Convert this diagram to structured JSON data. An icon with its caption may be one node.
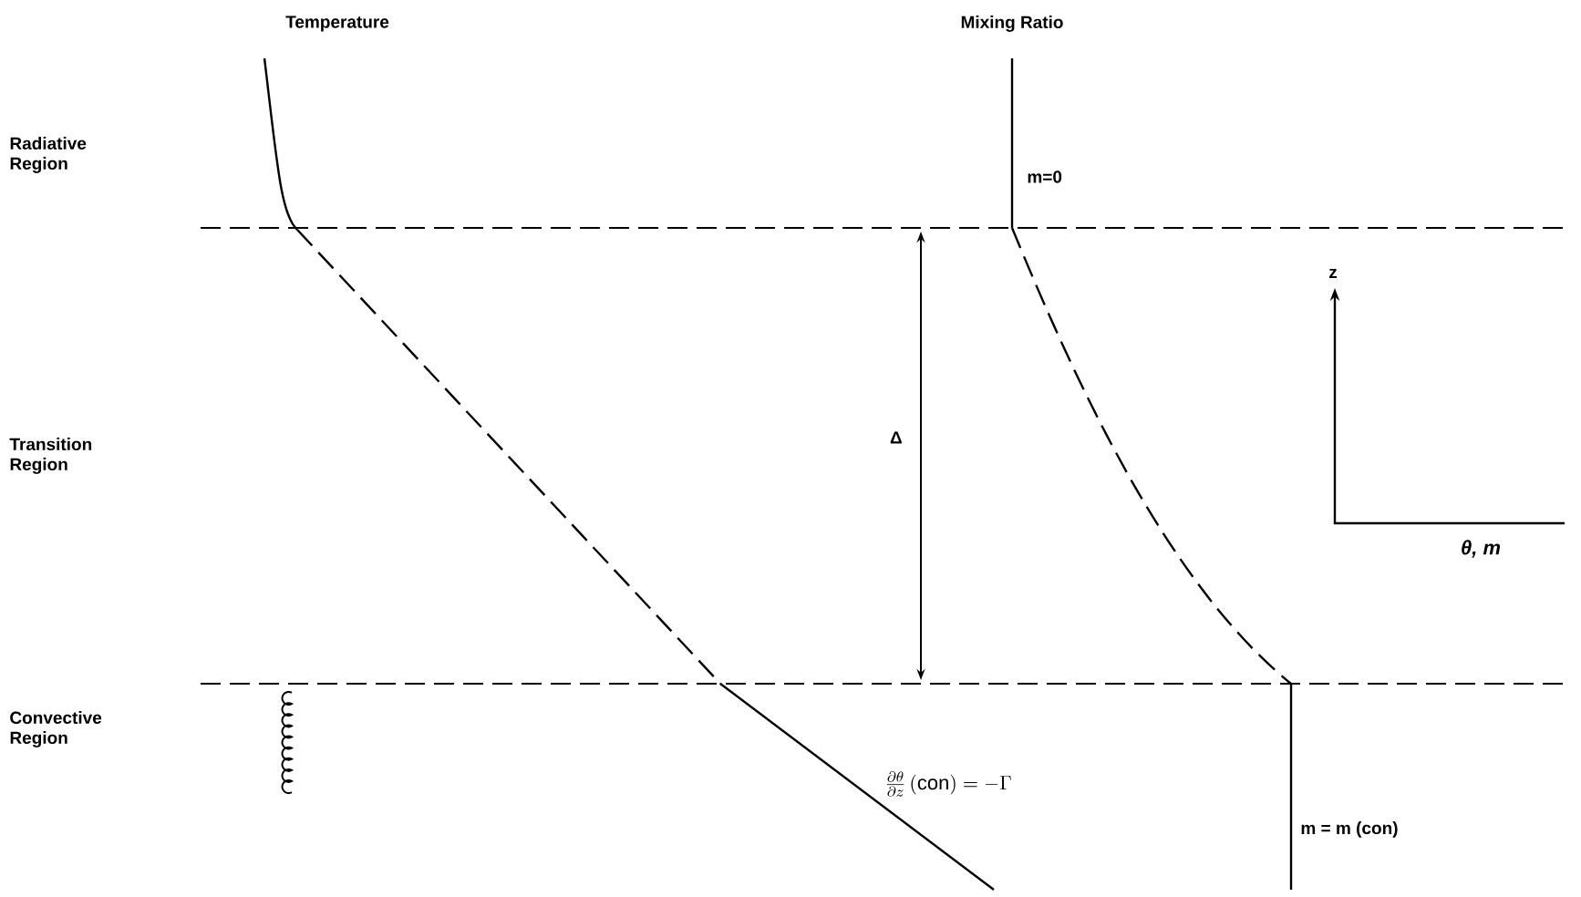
{
  "diagram": {
    "labels": [
      "Temperature",
      "Mixing Ratio",
      "Radiative Region",
      "m=0",
      "z",
      "Δ",
      "Transition Region",
      "θ, m",
      "Convective Region",
      "\\frac{\\partial\\theta}{\\partial z}\\,(\\mathrm{con}) = -\\Gamma",
      "m = m (con)"
    ]
  }
}
